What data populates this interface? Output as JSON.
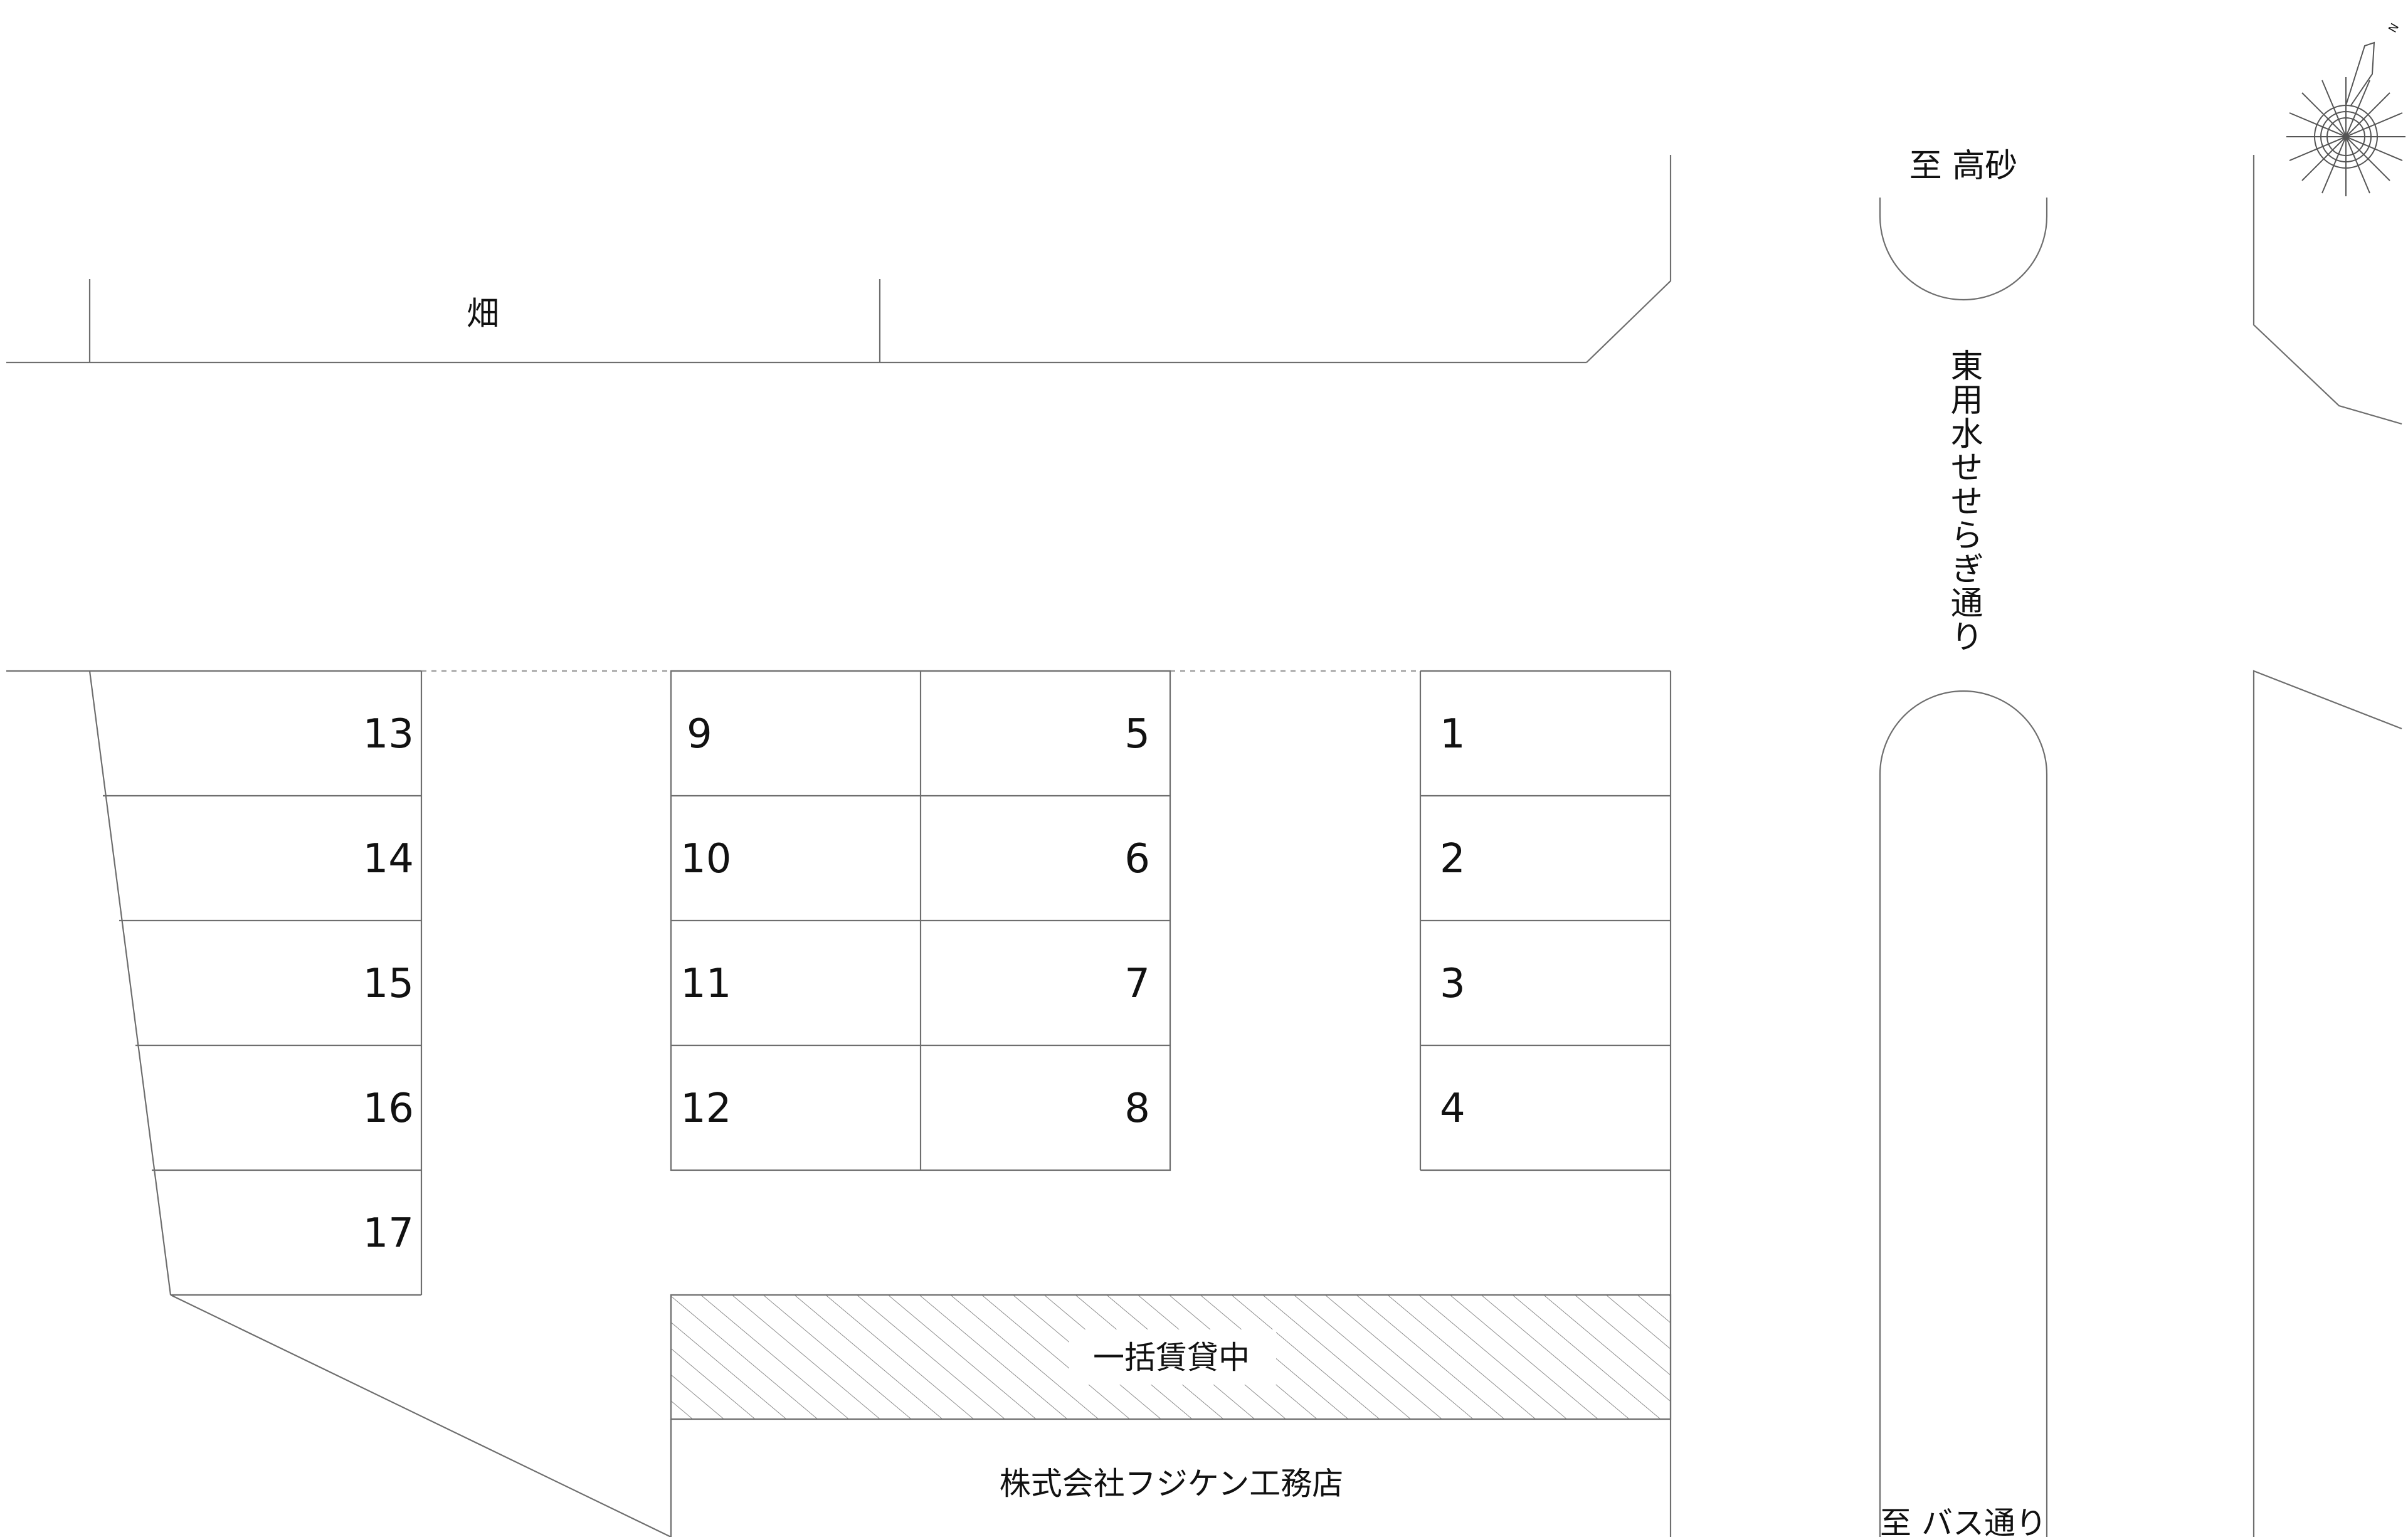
{
  "map": {
    "labels": {
      "field": "畑",
      "to_takasago": "至 高砂",
      "street": "東用水せせらぎ通り",
      "to_bus": "至 バス通り",
      "lease": "一括賃貸中",
      "company": "株式会社フジケン工務店",
      "north": "N"
    },
    "spaces": [
      {
        "num": "1"
      },
      {
        "num": "2"
      },
      {
        "num": "3"
      },
      {
        "num": "4"
      },
      {
        "num": "5"
      },
      {
        "num": "6"
      },
      {
        "num": "7"
      },
      {
        "num": "8"
      },
      {
        "num": "9"
      },
      {
        "num": "10"
      },
      {
        "num": "11"
      },
      {
        "num": "12"
      },
      {
        "num": "13"
      },
      {
        "num": "14"
      },
      {
        "num": "15"
      },
      {
        "num": "16"
      },
      {
        "num": "17"
      }
    ]
  }
}
